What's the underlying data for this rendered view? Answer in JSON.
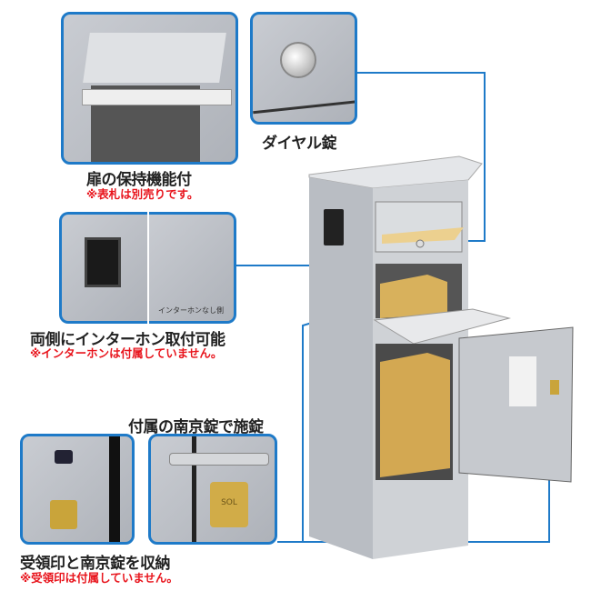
{
  "features": [
    {
      "title": "扉の保持機能付",
      "note": "※表札は別売りです。"
    },
    {
      "title": "ダイヤル錠"
    },
    {
      "title": "両側にインターホン取付可能",
      "note": "※インターホンは付属していません。",
      "panel_label": "インターホンなし側"
    },
    {
      "title": "付属の南京錠で施錠",
      "lock_brand": "SOL"
    },
    {
      "title": "受領印と南京錠を収納",
      "note": "※受領印は付属していません。"
    }
  ],
  "colors": {
    "accent": "#1e7ac8",
    "note": "#e8141c"
  }
}
